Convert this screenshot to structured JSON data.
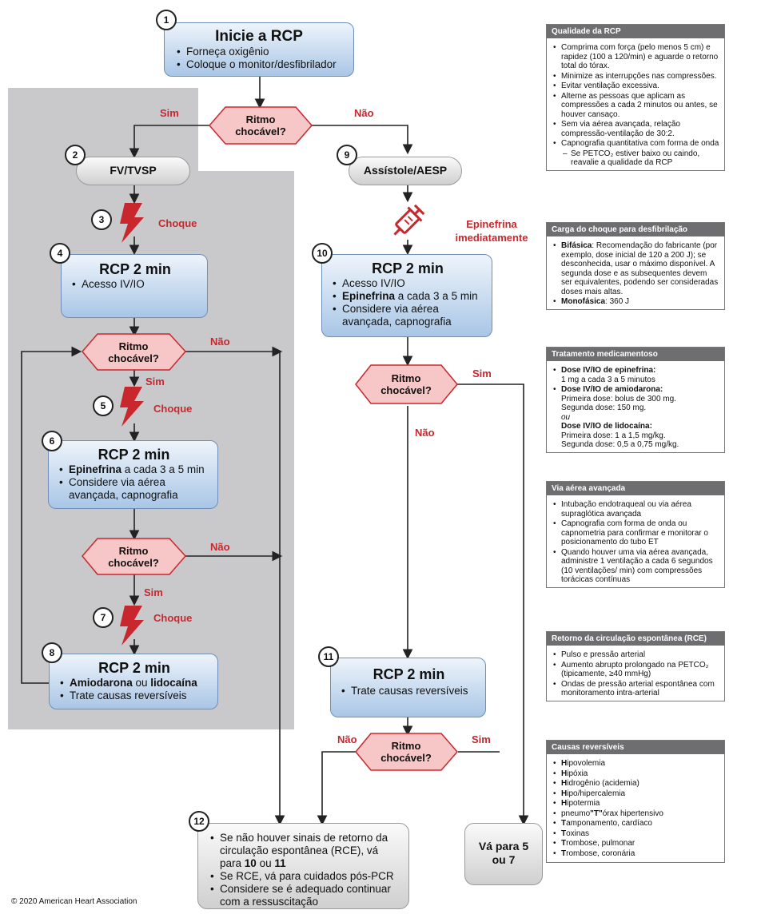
{
  "algorithm": {
    "box1": {
      "num": "1",
      "title": "Inicie a RCP",
      "items": [
        "Forneça oxigênio",
        "Coloque o monitor/desfibrilador"
      ]
    },
    "decision_top": {
      "label_line1": "Ritmo",
      "label_line2": "chocável?",
      "yes": "Sim",
      "no": "Não"
    },
    "box2": {
      "num": "2",
      "title": "FV/TVSP"
    },
    "shock3": {
      "num": "3",
      "label": "Choque"
    },
    "box4": {
      "num": "4",
      "title": "RCP 2 min",
      "items": [
        "Acesso IV/IO"
      ]
    },
    "decision_a": {
      "label_line1": "Ritmo",
      "label_line2": "chocável?",
      "yes": "Sim",
      "no": "Não"
    },
    "shock5": {
      "num": "5",
      "label": "Choque"
    },
    "box6": {
      "num": "6",
      "title": "RCP 2 min",
      "item1_bold": "Epinefrina",
      "item1_rest": " a cada 3 a 5 min",
      "item2": "Considere via aérea avançada, capnografia"
    },
    "decision_b": {
      "label_line1": "Ritmo",
      "label_line2": "chocável?",
      "yes": "Sim",
      "no": "Não"
    },
    "shock7": {
      "num": "7",
      "label": "Choque"
    },
    "box8": {
      "num": "8",
      "title": "RCP 2 min",
      "item1_bold_a": "Amiodarona",
      "item1_mid": " ou ",
      "item1_bold_b": "lidocaína",
      "item2": "Trate causas reversíveis"
    },
    "box9": {
      "num": "9",
      "title": "Assístole/AESP"
    },
    "epi": {
      "line1": "Epinefrina",
      "line2": "imediatamente"
    },
    "box10": {
      "num": "10",
      "title": "RCP 2 min",
      "item1": "Acesso IV/IO",
      "item2_bold": "Epinefrina",
      "item2_rest": " a cada 3 a 5 min",
      "item3": "Considere via aérea avançada, capnografia"
    },
    "decision_c": {
      "label_line1": "Ritmo",
      "label_line2": "chocável?",
      "yes": "Sim",
      "no": "Não"
    },
    "box11": {
      "num": "11",
      "title": "RCP 2 min",
      "items": [
        "Trate causas reversíveis"
      ]
    },
    "decision_d": {
      "label_line1": "Ritmo",
      "label_line2": "chocável?",
      "yes": "Sim",
      "no": "Não"
    },
    "box12": {
      "num": "12",
      "item1_a": "Se não houver sinais de retorno da circulação espontânea (RCE), vá para ",
      "item1_b1": "10",
      "item1_mid": " ou ",
      "item1_b2": "11",
      "item2": "Se RCE, vá para cuidados pós-PCR",
      "item3": "Considere se é adequado continuar com a ressuscitação"
    },
    "goto": {
      "line1": "Vá para 5",
      "line2": "ou 7"
    },
    "copyright": "© 2020 American Heart Association"
  },
  "sidebar": {
    "quality": {
      "title": "Qualidade da RCP",
      "items": [
        "Comprima com força (pelo menos 5 cm) e rapidez (100 a 120/min) e aguarde o retorno total do tórax.",
        "Minimize as interrupções nas compressões.",
        "Evitar ventilação excessiva.",
        "Alterne as pessoas que aplicam as compressões a cada 2 minutos ou antes, se houver cansaço.",
        "Sem via aérea avançada, relação compressão-ventilação de 30:2.",
        "Capnografia quantitativa com forma de onda"
      ],
      "sub": "Se PETCO₂ estiver baixo ou caindo, reavalie a qualidade da RCP"
    },
    "shock_energy": {
      "title": "Carga do choque para desfibrilação",
      "biphasic_label": "Bifásica",
      "biphasic_text": ": Recomendação do fabricante (por exemplo, dose inicial de 120 a 200 J); se desconhecida, usar o máximo disponível. A segunda dose e as subsequentes devem ser equivalentes, podendo ser consideradas doses mais altas.",
      "mono_label": "Monofásica",
      "mono_text": ": 360 J"
    },
    "drugs": {
      "title": "Tratamento medicamentoso",
      "epi_label": "Dose IV/IO de epinefrina:",
      "epi_text": "1 mg a cada 3 a 5 minutos",
      "amio_label": "Dose IV/IO de amiodarona:",
      "amio_text1": "Primeira dose: bolus de 300 mg.",
      "amio_text2": "Segunda dose: 150 mg.",
      "or": "ou",
      "lido_label": "Dose IV/IO de lidocaína:",
      "lido_text1": "Primeira dose: 1 a 1,5 mg/kg.",
      "lido_text2": "Segunda dose: 0,5 a 0,75 mg/kg."
    },
    "airway": {
      "title": "Via aérea avançada",
      "items": [
        "Intubação endotraqueal ou via aérea supraglótica avançada",
        "Capnografia com forma de onda ou capnometria para confirmar e monitorar o posicionamento do tubo ET",
        "Quando houver uma via aérea avançada, administre 1 ventilação a cada 6 segundos (10 ventilações/ min) com compressões torácicas contínuas"
      ]
    },
    "rosc": {
      "title": "Retorno da circulação espontânea (RCE)",
      "items": [
        "Pulso e pressão arterial",
        "Aumento abrupto prolongado na PETCO₂ (tipicamente, ≥40 mmHg)",
        "Ondas de pressão arterial espontânea com monitoramento intra-arterial"
      ]
    },
    "causes": {
      "title": "Causas reversíveis",
      "items": [
        {
          "b": "H",
          "r": "ipovolemia"
        },
        {
          "b": "H",
          "r": "ipóxia"
        },
        {
          "b": "H",
          "r": "idrogênio (acidemia)"
        },
        {
          "b": "H",
          "r": "ipo/hipercalemia"
        },
        {
          "b": "H",
          "r": "ipotermia"
        },
        {
          "pre": "pneumo",
          "b": "\"T\"",
          "r": "órax hipertensivo"
        },
        {
          "b": "T",
          "r": "amponamento, cardíaco"
        },
        {
          "b": "T",
          "r": "oxinas"
        },
        {
          "b": "T",
          "r": "rombose, pulmonar"
        },
        {
          "b": "T",
          "r": "rombose, coronária"
        }
      ]
    }
  },
  "colors": {
    "accent_red": "#c8282d",
    "box_blue": "#a9c6e6",
    "panel_gray": "#c9c9cb",
    "header_gray": "#6e6e70"
  }
}
